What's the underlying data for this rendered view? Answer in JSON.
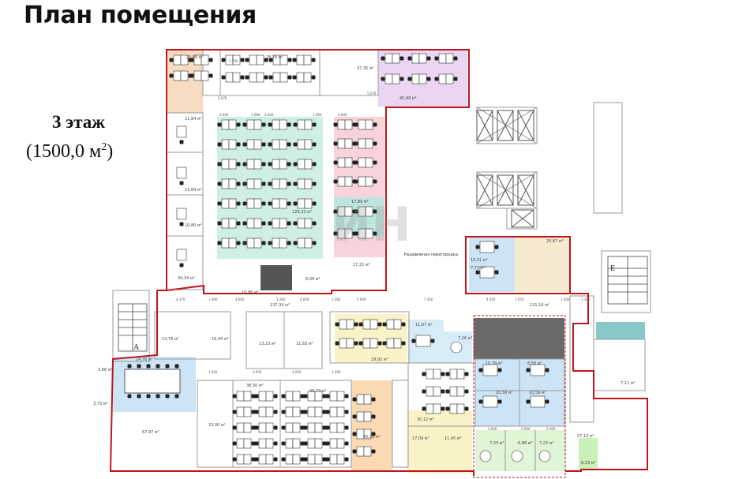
{
  "header": {
    "title": "План помещения"
  },
  "floor": {
    "title": "3 этаж",
    "area_value": "(1500,0 м",
    "area_sup": "2",
    "area_close": ")"
  },
  "plan": {
    "rooms": [
      {
        "key": "r1",
        "area": "25,06 м²"
      },
      {
        "key": "r2",
        "area": "28,76 м²"
      },
      {
        "key": "r3",
        "area": "37,35 м²"
      },
      {
        "key": "r4",
        "area": "45,99 м²"
      },
      {
        "key": "r5",
        "area": "11,64 м²"
      },
      {
        "key": "r6",
        "area": "11,64 м²"
      },
      {
        "key": "r7",
        "area": "10,80 м²"
      },
      {
        "key": "r8",
        "area": "34,34 м²"
      },
      {
        "key": "r9",
        "area": "129,20 м²"
      },
      {
        "key": "r10",
        "area": "17,89 м²"
      },
      {
        "key": "r11",
        "area": "17,21 м²"
      },
      {
        "key": "r12",
        "area": "10,86 м²"
      },
      {
        "key": "r13",
        "area": "6,09 м²"
      },
      {
        "key": "r14",
        "area": "10,31 м²"
      },
      {
        "key": "r15",
        "area": "7,77 м²"
      },
      {
        "key": "r16",
        "area": "20,67 м²"
      },
      {
        "key": "r17",
        "area": "137,34 м²"
      },
      {
        "key": "r18",
        "area": "13,78 м²"
      },
      {
        "key": "r19",
        "area": "16,44 м²"
      },
      {
        "key": "r20",
        "area": "13,23 м²"
      },
      {
        "key": "r21",
        "area": "11,63 м²"
      },
      {
        "key": "r22",
        "area": "11,67 м²"
      },
      {
        "key": "r23",
        "area": "7,26 м²"
      },
      {
        "key": "r24",
        "area": "29,92 м²"
      },
      {
        "key": "r25",
        "area": "131,16 м²"
      },
      {
        "key": "r26",
        "area": "24,76 м²"
      },
      {
        "key": "r27",
        "area": "3,66 м²"
      },
      {
        "key": "r28",
        "area": "3,73 м²"
      },
      {
        "key": "r29",
        "area": "38,50 м²"
      },
      {
        "key": "r30",
        "area": "45,74 м²"
      },
      {
        "key": "r31",
        "area": "23,00 м²"
      },
      {
        "key": "r32",
        "area": "67,97 м²"
      },
      {
        "key": "r33",
        "area": "35,33 м²"
      },
      {
        "key": "r34",
        "area": "30,12 м²"
      },
      {
        "key": "r35",
        "area": "17,09 м²"
      },
      {
        "key": "r36",
        "area": "11,45 м²"
      },
      {
        "key": "r37",
        "area": "10,39 м²"
      },
      {
        "key": "r38",
        "area": "8,50 м²"
      },
      {
        "key": "r39",
        "area": "10,58 м²"
      },
      {
        "key": "r40",
        "area": "10,59 м²"
      },
      {
        "key": "r41",
        "area": "7,33 м²"
      },
      {
        "key": "r42",
        "area": "6,88 м²"
      },
      {
        "key": "r43",
        "area": "7,22 м²"
      },
      {
        "key": "r44",
        "area": "27,12 м²"
      },
      {
        "key": "r45",
        "area": "7,11 м²"
      },
      {
        "key": "r46",
        "area": "6,33 м²"
      }
    ],
    "partition_label": "Раздвижная перегородка",
    "stair_labels": [
      "А",
      "Е"
    ],
    "watermark": "ИН",
    "dims": [
      "1.700",
      "5.076",
      "5.076",
      "4.600",
      "1.060",
      "4.600",
      "1.060",
      "4.600",
      "4.370",
      "1.060",
      "4.600",
      "1.060",
      "4.600",
      "1.060",
      "5.600",
      "7.450",
      "4.450",
      "1.050",
      "1.400",
      "3.050",
      "3.050",
      "3.050",
      "1.000",
      "1.300",
      "3.000",
      "2.000",
      "2.000"
    ]
  },
  "colors": {
    "outer_wall": "#c0151a",
    "zone_green": "#cfeee4",
    "zone_pink": "#f8d3d9",
    "zone_purple": "#ead6f3",
    "zone_blue": "#cce4f6",
    "zone_yellow": "#fbf3c8",
    "zone_orange": "#fbd9b3",
    "zone_beige": "#f5e6c8",
    "zone_bright_green": "#c8f0b8"
  }
}
